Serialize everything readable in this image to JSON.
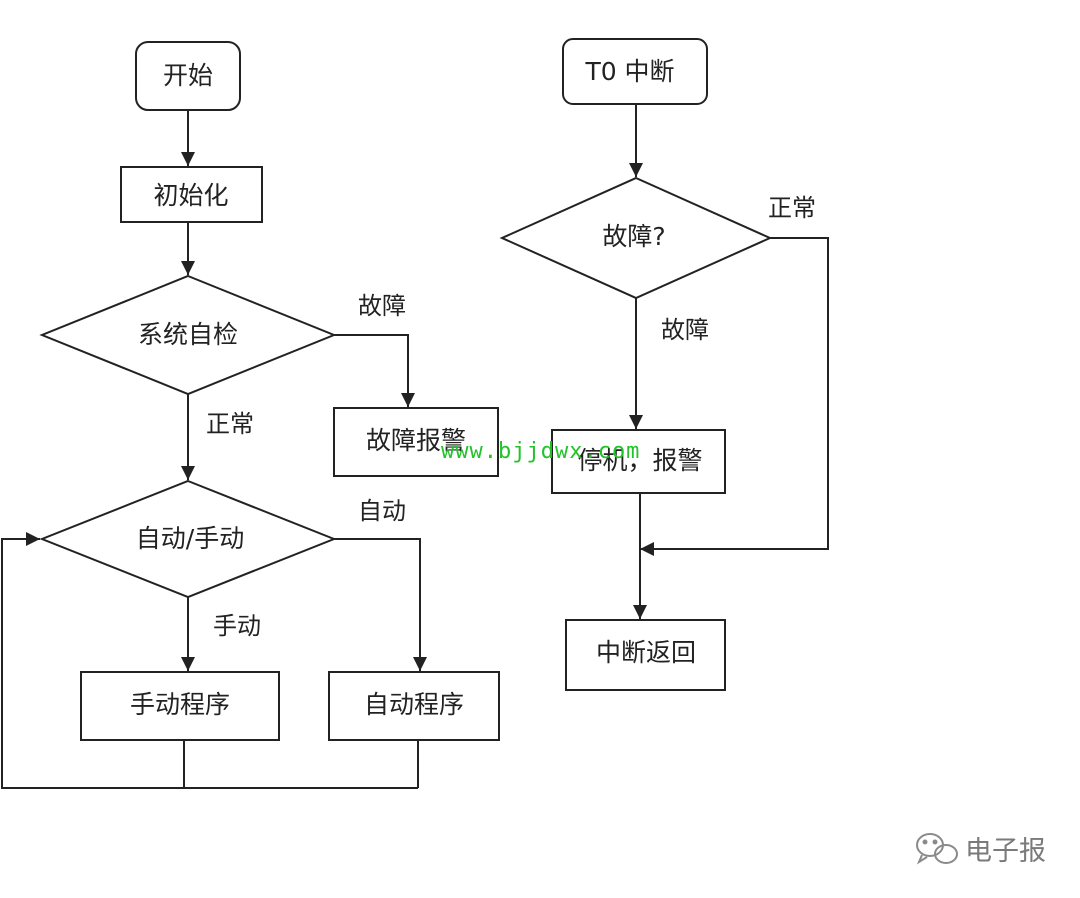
{
  "main_flow": {
    "start": "开始",
    "init": "初始化",
    "self_check": "系统自检",
    "fault_alarm": "故障报警",
    "mode_select": "自动/手动",
    "manual_program": "手动程序",
    "auto_program": "自动程序",
    "edge_fault": "故障",
    "edge_normal": "正常",
    "edge_auto": "自动",
    "edge_manual": "手动"
  },
  "interrupt_flow": {
    "start": "T0 中断",
    "fault_check": "故障?",
    "stop_alarm": "停机，报警",
    "return": "中断返回",
    "edge_normal": "正常",
    "edge_fault": "故障"
  },
  "watermark": "www.bjjdwx.com",
  "logo": {
    "text": "电子报",
    "icon": "wechat-icon"
  }
}
